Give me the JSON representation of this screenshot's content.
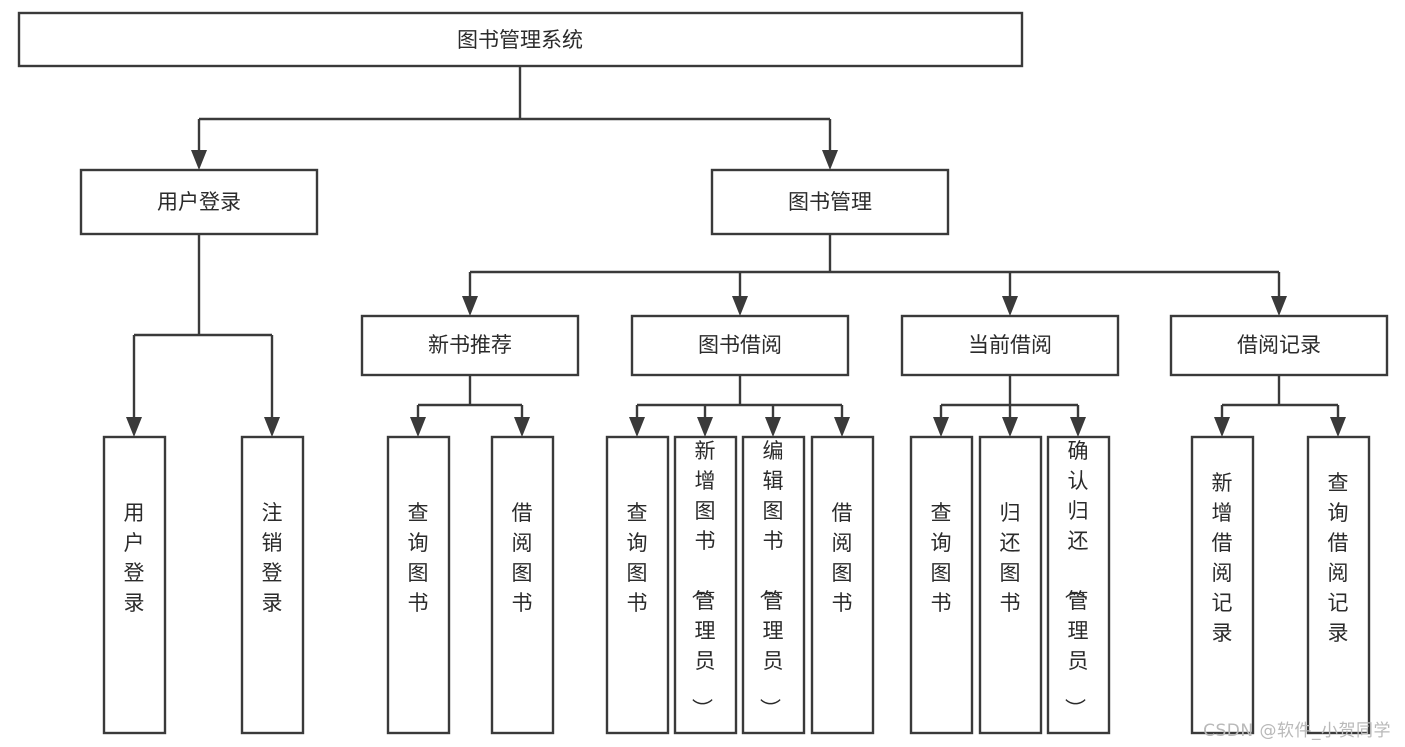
{
  "diagram": {
    "type": "tree",
    "title": "图书管理系统",
    "watermark": "CSDN @软件_小贺同学",
    "colors": {
      "box_stroke": "#3a3a3a",
      "box_fill": "#ffffff",
      "text": "#2b2b2b",
      "watermark": "#b9b9b9",
      "background": "#ffffff"
    },
    "levels": {
      "root": {
        "label": "图书管理系统"
      },
      "level2": [
        {
          "id": "user-login",
          "label": "用户登录"
        },
        {
          "id": "book-management",
          "label": "图书管理"
        }
      ],
      "level3": [
        {
          "id": "new-book-recommend",
          "label": "新书推荐",
          "parent": "book-management"
        },
        {
          "id": "book-borrow",
          "label": "图书借阅",
          "parent": "book-management"
        },
        {
          "id": "current-borrow",
          "label": "当前借阅",
          "parent": "book-management"
        },
        {
          "id": "borrow-record",
          "label": "借阅记录",
          "parent": "book-management"
        }
      ],
      "leaves": [
        {
          "id": "leaf-user-login",
          "label": "用户登录",
          "parent": "user-login"
        },
        {
          "id": "leaf-logout",
          "label": "注销登录",
          "parent": "user-login"
        },
        {
          "id": "leaf-query-book-1",
          "label": "查询图书",
          "parent": "new-book-recommend"
        },
        {
          "id": "leaf-borrow-book-1",
          "label": "借阅图书",
          "parent": "new-book-recommend"
        },
        {
          "id": "leaf-query-book-2",
          "label": "查询图书",
          "parent": "book-borrow"
        },
        {
          "id": "leaf-add-book",
          "label": "新增图书（管理员）",
          "parent": "book-borrow"
        },
        {
          "id": "leaf-edit-book",
          "label": "编辑图书（管理员）",
          "parent": "book-borrow"
        },
        {
          "id": "leaf-borrow-book-2",
          "label": "借阅图书",
          "parent": "book-borrow"
        },
        {
          "id": "leaf-query-book-3",
          "label": "查询图书",
          "parent": "current-borrow"
        },
        {
          "id": "leaf-return-book",
          "label": "归还图书",
          "parent": "current-borrow"
        },
        {
          "id": "leaf-confirm-return",
          "label": "确认归还（管理员）",
          "parent": "current-borrow"
        },
        {
          "id": "leaf-add-record",
          "label": "新增借阅记录",
          "parent": "borrow-record"
        },
        {
          "id": "leaf-query-record",
          "label": "查询借阅记录",
          "parent": "borrow-record"
        }
      ]
    }
  }
}
